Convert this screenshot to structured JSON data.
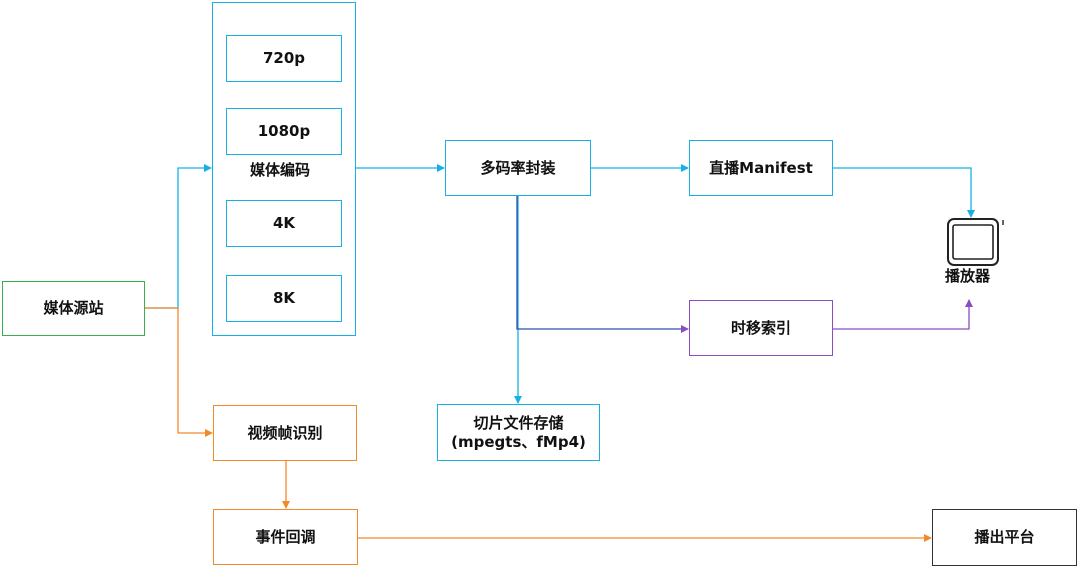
{
  "nodes": {
    "media_source": "媒体源站",
    "media_encoding": "媒体编码",
    "res_720p": "720p",
    "res_1080p": "1080p",
    "res_4k": "4K",
    "res_8k": "8K",
    "multi_bitrate_packaging": "多码率封装",
    "live_manifest": "直播Manifest",
    "timeshift_index": "时移索引",
    "segment_storage_line1": "切片文件存储",
    "segment_storage_line2": "(mpegts、fMp4)",
    "video_frame_recognition": "视频帧识别",
    "event_callback": "事件回调",
    "broadcast_platform": "播出平台",
    "player": "播放器"
  },
  "colors": {
    "cyan": "#16b0e6",
    "green": "#36b24a",
    "orange": "#f08a2b",
    "purple": "#8a4cc0",
    "dark_blue": "#2f4fb0",
    "black": "#333333"
  },
  "icons": {
    "player": "tablet-icon"
  }
}
